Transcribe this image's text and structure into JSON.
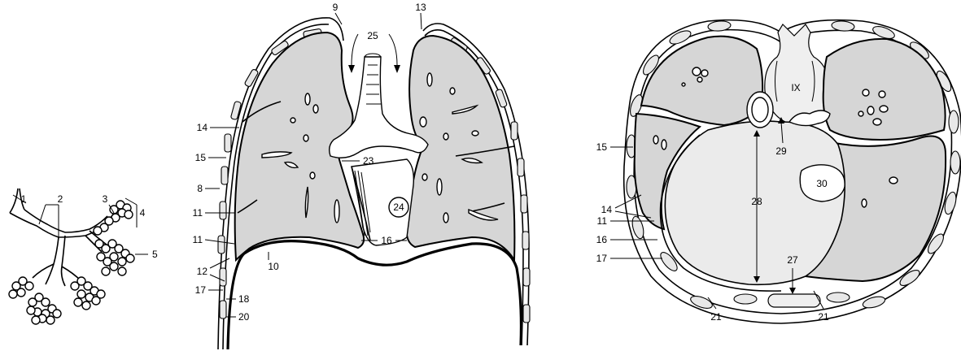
{
  "panels": {
    "bronchial_tree": {
      "labels": {
        "l1": "1",
        "l2": "2",
        "l3": "3",
        "l4": "4",
        "l5": "5"
      }
    },
    "frontal_section": {
      "labels": {
        "l9": "9",
        "l13": "13",
        "l25": "25",
        "l14": "14",
        "l15": "15",
        "l8": "8",
        "l11a": "11",
        "l11b": "11",
        "l12": "12",
        "l17": "17",
        "l18": "18",
        "l20": "20",
        "l10": "10",
        "l23": "23",
        "l24": "24",
        "l16": "16"
      }
    },
    "transverse_section": {
      "labels": {
        "l15": "15",
        "l14": "14",
        "l11": "11",
        "l16": "16",
        "l17": "17",
        "l21a": "21",
        "l21b": "21",
        "l27": "27",
        "l28": "28",
        "l29": "29",
        "l30": "30",
        "lIX": "IX"
      }
    }
  }
}
